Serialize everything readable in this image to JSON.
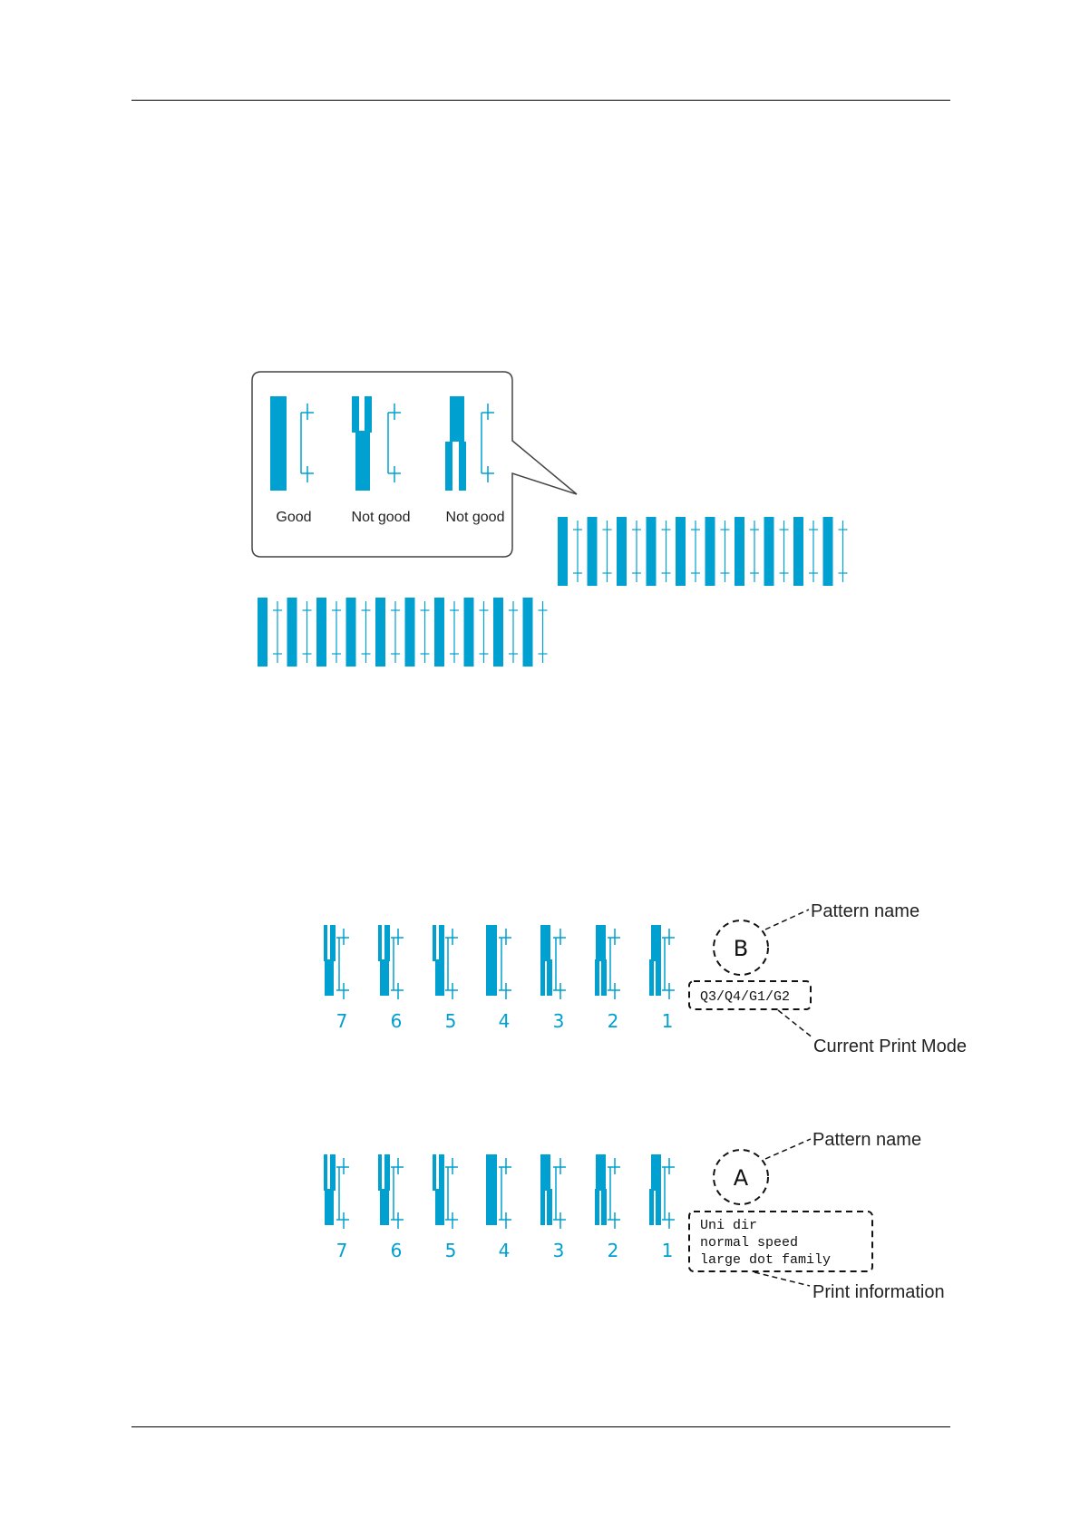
{
  "callout": {
    "labels": [
      "Good",
      "Not good",
      "Not good"
    ]
  },
  "figures": [
    {
      "numbers": [
        "7",
        "6",
        "5",
        "4",
        "3",
        "2",
        "1"
      ],
      "pattern_letter": "B",
      "pattern_name_label": "Pattern name",
      "mode_lines": [
        "Q3/Q4/G1/G2"
      ],
      "mode_label": "Current Print Mode"
    },
    {
      "numbers": [
        "7",
        "6",
        "5",
        "4",
        "3",
        "2",
        "1"
      ],
      "pattern_letter": "A",
      "pattern_name_label": "Pattern name",
      "mode_lines": [
        "Uni dir",
        "normal speed",
        "large dot family"
      ],
      "mode_label": "Print information"
    }
  ],
  "colors": {
    "accent": "#00a0d0",
    "line": "#000000"
  }
}
